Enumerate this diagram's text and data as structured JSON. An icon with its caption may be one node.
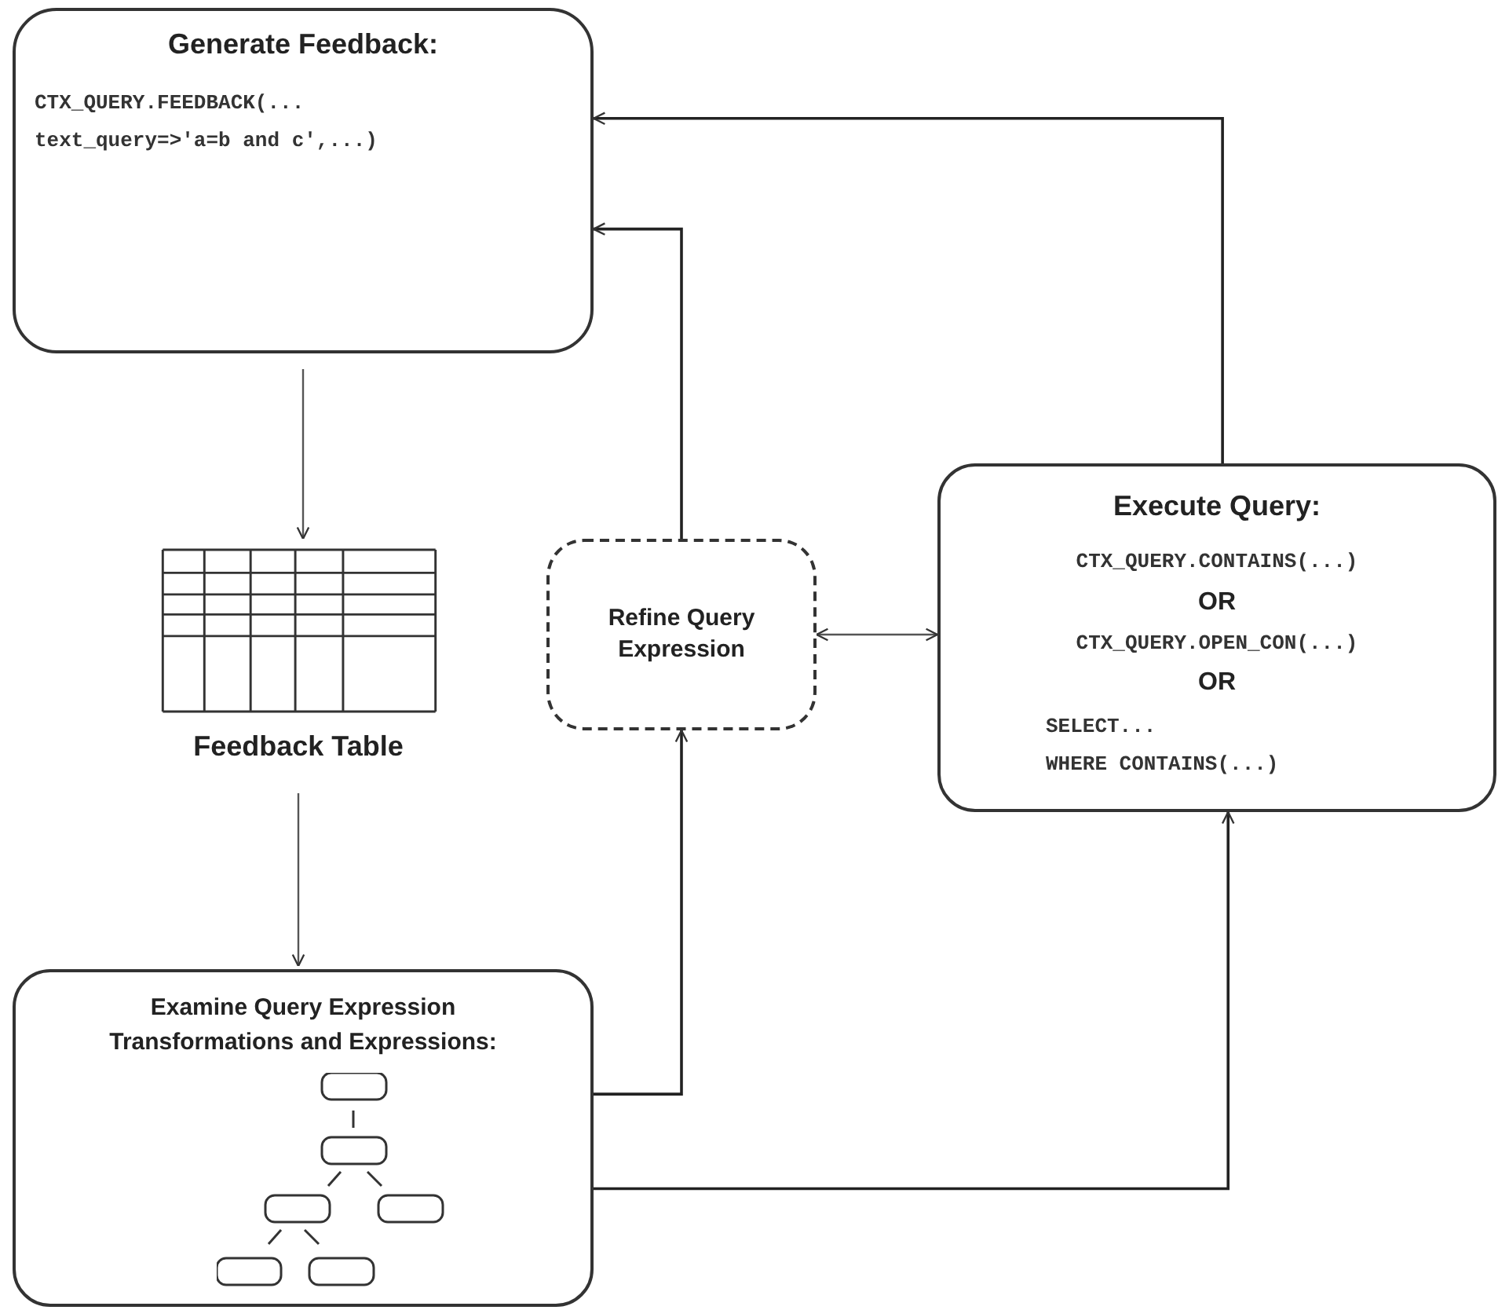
{
  "diagram": {
    "nodes": [
      {
        "text": [
          "Generate Feedback:",
          "CTX_QUERY.FEEDBACK(...",
          "text_query=>'a=b and c',...)"
        ]
      },
      {
        "text": [
          "Feedback Table"
        ]
      },
      {
        "text": [
          "Refine Query Expression"
        ]
      },
      {
        "text": [
          "Execute Query:",
          "CTX_QUERY.CONTAINS(...)",
          "OR",
          "CTX_QUERY.OPEN_CON(...)",
          "OR",
          "SELECT...",
          "WHERE CONTAINS(...)"
        ]
      },
      {
        "text": [
          "Examine Query Expression Transformations and Expressions:"
        ]
      }
    ],
    "edges": [
      {
        "from": 0,
        "to": 1,
        "arrow": "to"
      },
      {
        "from": 1,
        "to": 4,
        "arrow": "to"
      },
      {
        "from": 3,
        "to": 0,
        "arrow": "to"
      },
      {
        "from": 2,
        "to": 0,
        "arrow": "to"
      },
      {
        "from": 2,
        "to": 3,
        "arrow": "both"
      },
      {
        "from": 4,
        "to": 2,
        "arrow": "to"
      },
      {
        "from": 4,
        "to": 3,
        "arrow": "to"
      }
    ]
  }
}
